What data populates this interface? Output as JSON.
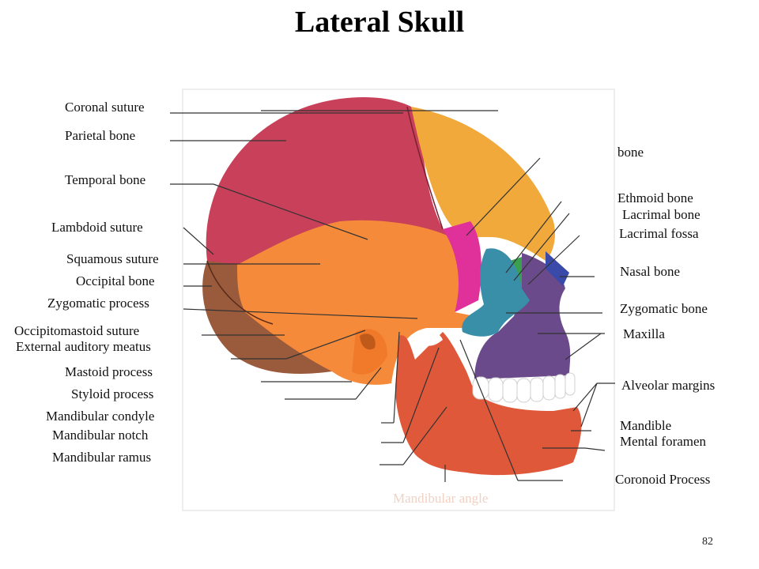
{
  "title": "Lateral Skull",
  "page_number": "82",
  "labels_left": [
    "Coronal suture",
    "Parietal bone",
    "Temporal bone",
    "Lambdoid suture",
    "Squamous suture",
    "Occipital bone",
    "Zygomatic process",
    "Occipitomastoid suture",
    "External auditory meatus",
    "Mastoid process",
    "Styloid process",
    "Mandibular condyle",
    "Mandibular notch",
    "Mandibular ramus"
  ],
  "labels_right": [
    "bone",
    "Ethmoid bone",
    "Lacrimal  bone",
    "Lacrimal  fossa",
    "Nasal bone",
    "Zygomatic bone",
    "Maxilla",
    "Alveolar margins",
    "Mandible",
    "Mental foramen",
    "Coronoid Process"
  ],
  "label_bottom": "Mandibular angle",
  "colors": {
    "parietal": "#c8405a",
    "frontal": "#f0a93a",
    "temporal": "#f58a3a",
    "occipital": "#9a5a3c",
    "sphenoid": "#e0309a",
    "zygomatic": "#3a8fa8",
    "maxilla": "#6a4a8a",
    "nasal": "#3a4aa8",
    "mandible": "#e0583a",
    "ethmoid": "#3aa050"
  }
}
